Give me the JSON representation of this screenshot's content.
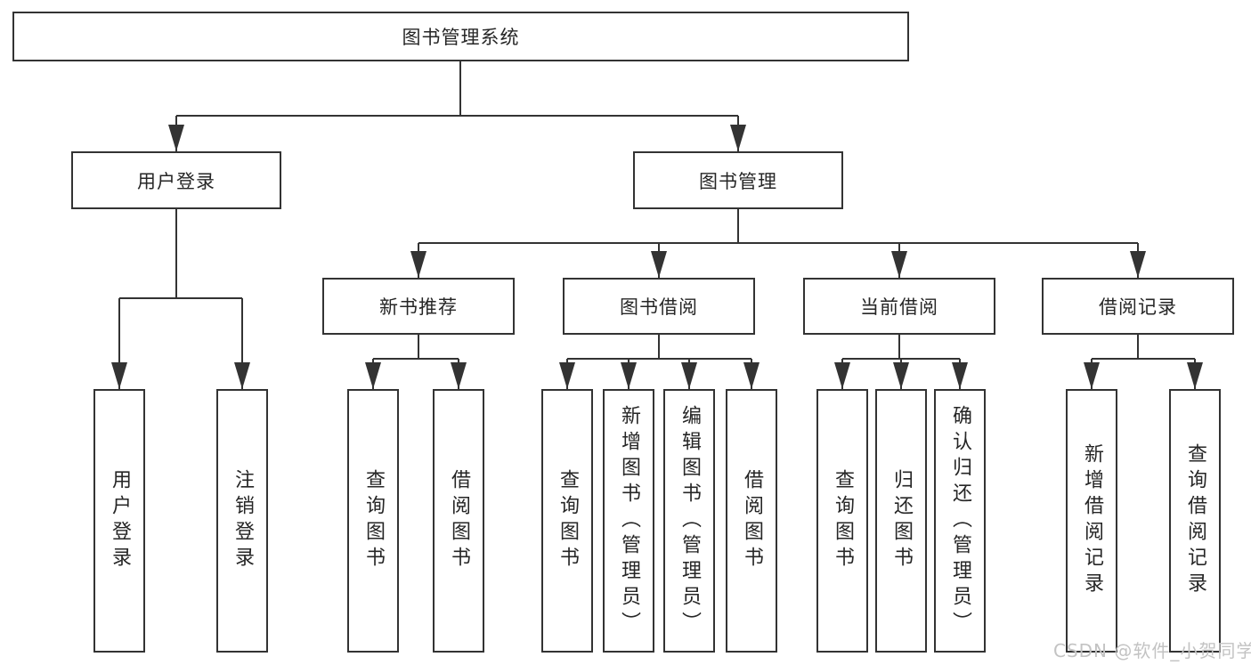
{
  "root": {
    "label": "图书管理系统"
  },
  "level2": [
    {
      "label": "用户登录"
    },
    {
      "label": "图书管理"
    }
  ],
  "level3": [
    {
      "label": "新书推荐"
    },
    {
      "label": "图书借阅"
    },
    {
      "label": "当前借阅"
    },
    {
      "label": "借阅记录"
    }
  ],
  "leaves": [
    {
      "label": "用户登录",
      "parent": "用户登录"
    },
    {
      "label": "注销登录",
      "parent": "用户登录"
    },
    {
      "label": "查询图书",
      "parent": "新书推荐"
    },
    {
      "label": "借阅图书",
      "parent": "新书推荐"
    },
    {
      "label": "查询图书",
      "parent": "图书借阅"
    },
    {
      "label": "新增图书（管理员）",
      "parent": "图书借阅"
    },
    {
      "label": "编辑图书（管理员）",
      "parent": "图书借阅"
    },
    {
      "label": "借阅图书",
      "parent": "图书借阅"
    },
    {
      "label": "查询图书",
      "parent": "当前借阅"
    },
    {
      "label": "归还图书",
      "parent": "当前借阅"
    },
    {
      "label": "确认归还（管理员）",
      "parent": "当前借阅"
    },
    {
      "label": "新增借阅记录",
      "parent": "借阅记录"
    },
    {
      "label": "查询借阅记录",
      "parent": "借阅记录"
    }
  ],
  "watermark": "CSDN @软件_小贺同学",
  "colors": {
    "line": "#333333",
    "border": "#333333",
    "text": "#262626",
    "watermark": "#c3c3c3",
    "background": "#ffffff"
  }
}
